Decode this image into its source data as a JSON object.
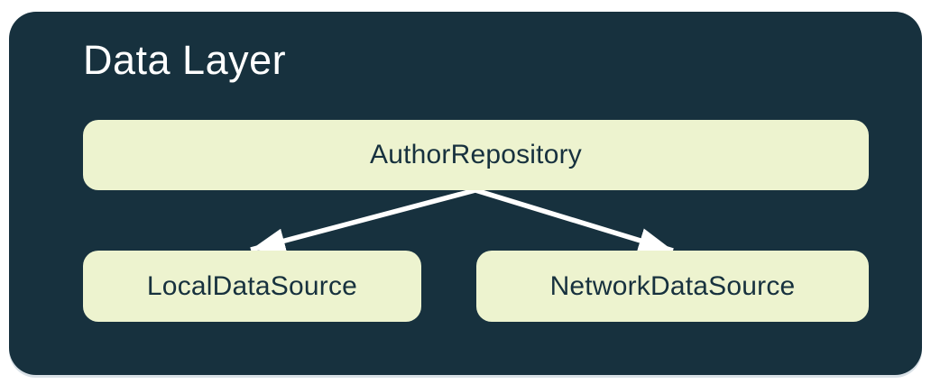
{
  "diagram": {
    "title": "Data Layer",
    "nodes": [
      {
        "id": "repository",
        "label": "AuthorRepository"
      },
      {
        "id": "local",
        "label": "LocalDataSource"
      },
      {
        "id": "network",
        "label": "NetworkDataSource"
      }
    ],
    "edges": [
      {
        "from": "AuthorRepository",
        "to": "LocalDataSource"
      },
      {
        "from": "AuthorRepository",
        "to": "NetworkDataSource"
      }
    ],
    "colors": {
      "container_bg": "#17313E",
      "node_bg": "#EDF3CF",
      "node_text": "#17313E",
      "title_text": "#FFFFFF",
      "arrow": "#FFFFFF"
    }
  }
}
